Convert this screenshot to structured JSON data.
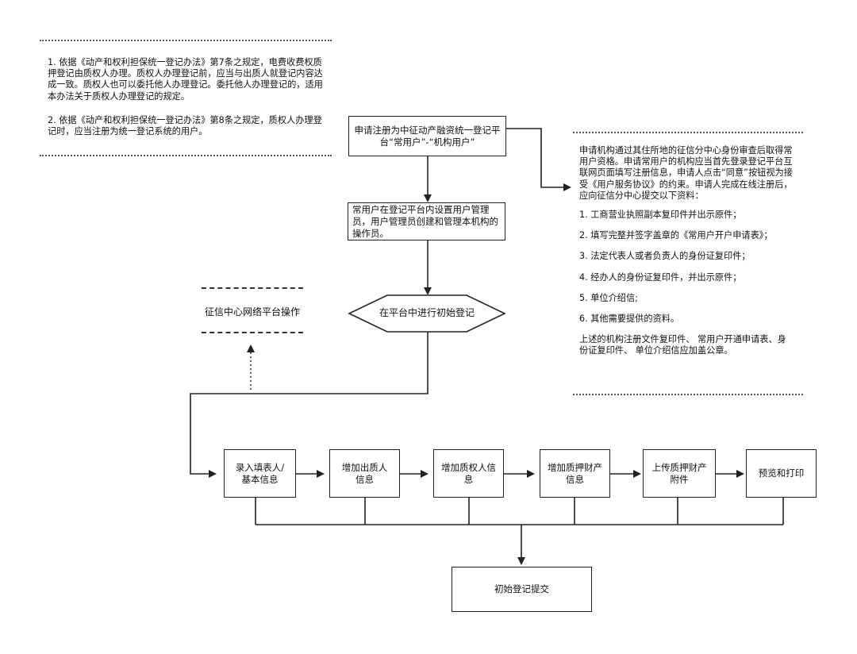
{
  "notes_left": {
    "p1": "1. 依据《动产和权利担保统一登记办法》第7条之规定，电费收费权质押登记由质权人办理。质权人办理登记前，应当与出质人就登记内容达成一致。质权人也可以委托他人办理登记。委托他人办理登记的，适用本办法关于质权人办理登记的规定。",
    "p2": "2. 依据《动产和权利担保统一登记办法》第8条之规定，质权人办理登记时，应当注册为统一登记系统的用户。"
  },
  "notes_right": {
    "intro": "申请机构通过其住所地的征信分中心身份审查后取得常用户资格。申请常用户的机构应当首先登录登记平台互联网页面填写注册信息，申请人点击“同意”按钮视为接受《用户服务协议》的约束。申请人完成在线注册后，应向征信分中心提交以下资料：",
    "items": [
      "1. 工商营业执照副本复印件并出示原件；",
      "2. 填写完整并签字盖章的《常用户开户申请表》；",
      "3. 法定代表人或者负责人的身份证复印件；",
      "4. 经办人的身份证复印件，并出示原件；",
      "5. 单位介绍信;",
      "6. 其他需要提供的资料。"
    ],
    "outro": "上述的机构注册文件复印件、 常用户开通申请表、身份证复印件、 单位介绍信应加盖公章。"
  },
  "flow": {
    "register": "申请注册为中征动产融资统一登记平台“常用户”-“机构用户”",
    "admin": "常用户在登记平台内设置用户管理员，用户管理员创建和管理本机构的操作员。",
    "initial": "在平台中进行初始登记",
    "platform_op": "征信中心网络平台操作",
    "steps": [
      "录入填表人/基本信息",
      "增加出质人信息",
      "增加质权人信息",
      "增加质押财产信息",
      "上传质押财产附件",
      "预览和打印"
    ],
    "submit": "初始登记提交"
  }
}
